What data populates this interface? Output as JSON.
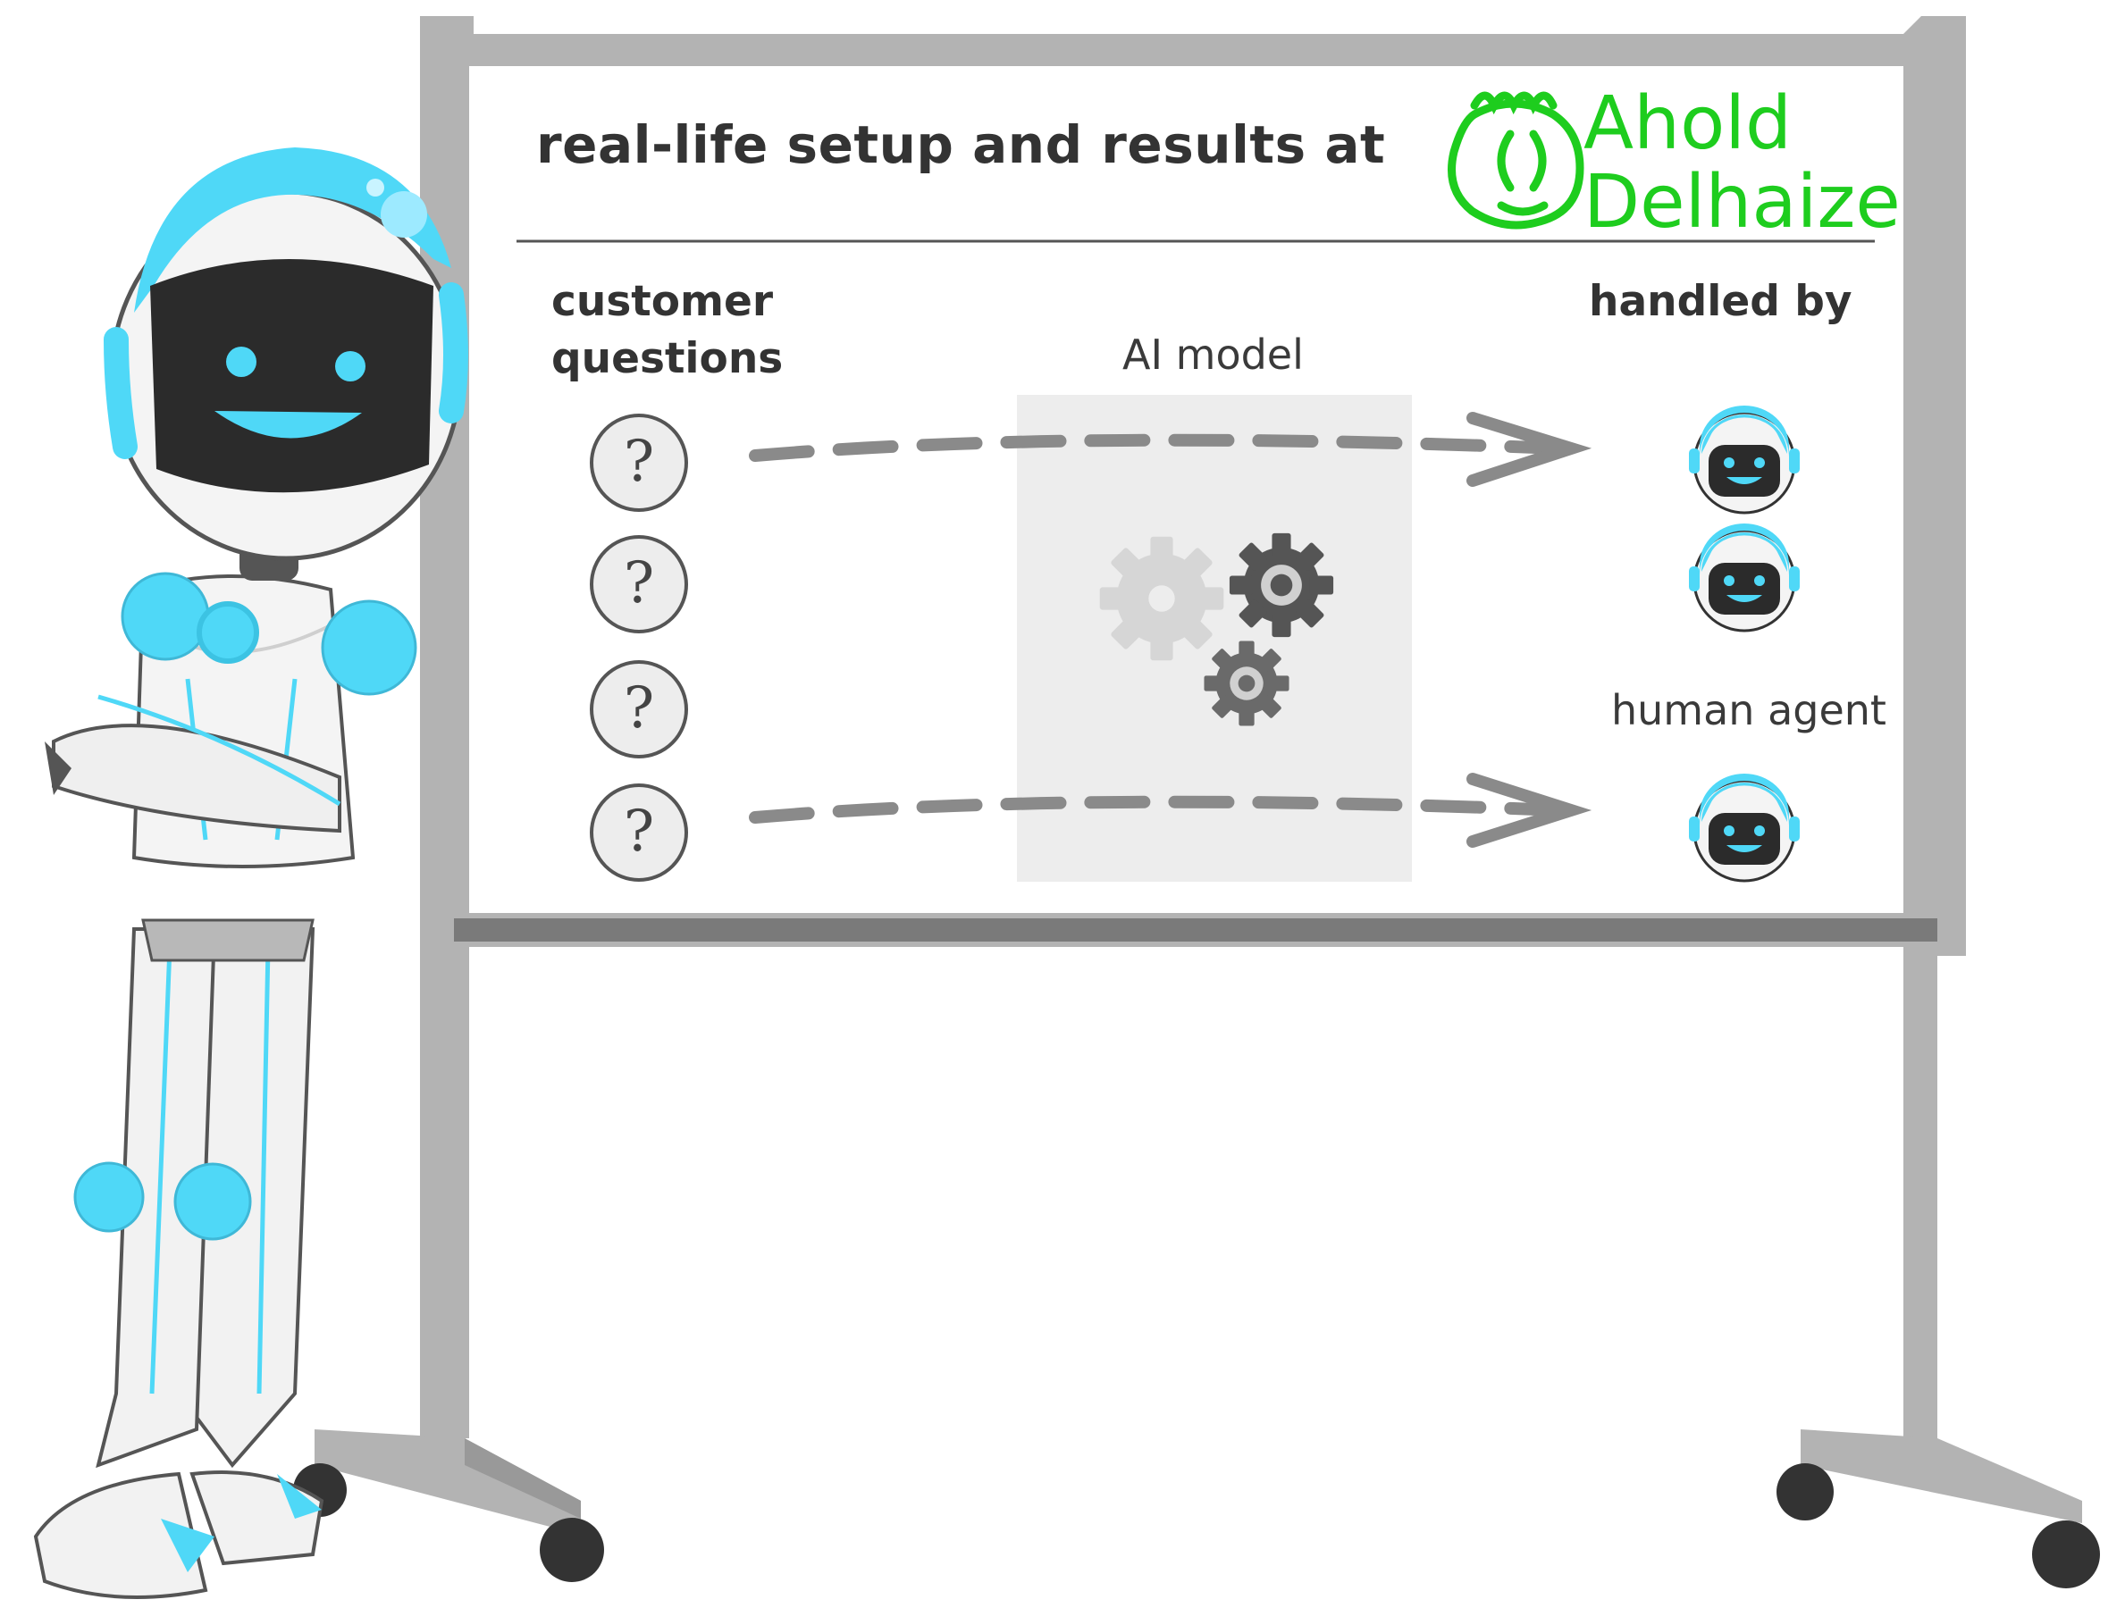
{
  "board": {
    "title": "real-life setup and results at",
    "brand": {
      "line1": "Ahold",
      "line2": "Delhaize",
      "color": "#1ecd1e",
      "icon": "lion-emblem-icon"
    },
    "left_header": [
      "customer",
      "questions"
    ],
    "right_header": "handled by",
    "middle_label": "AI model",
    "human_label": "human agent",
    "question_symbol": "?"
  },
  "colors": {
    "robot_accent": "#4fd8f7",
    "robot_face": "#2b2b2b",
    "frame": "#b3b3b3",
    "frame_dark": "#7a7a7a",
    "arrow": "#8a8a8a"
  }
}
